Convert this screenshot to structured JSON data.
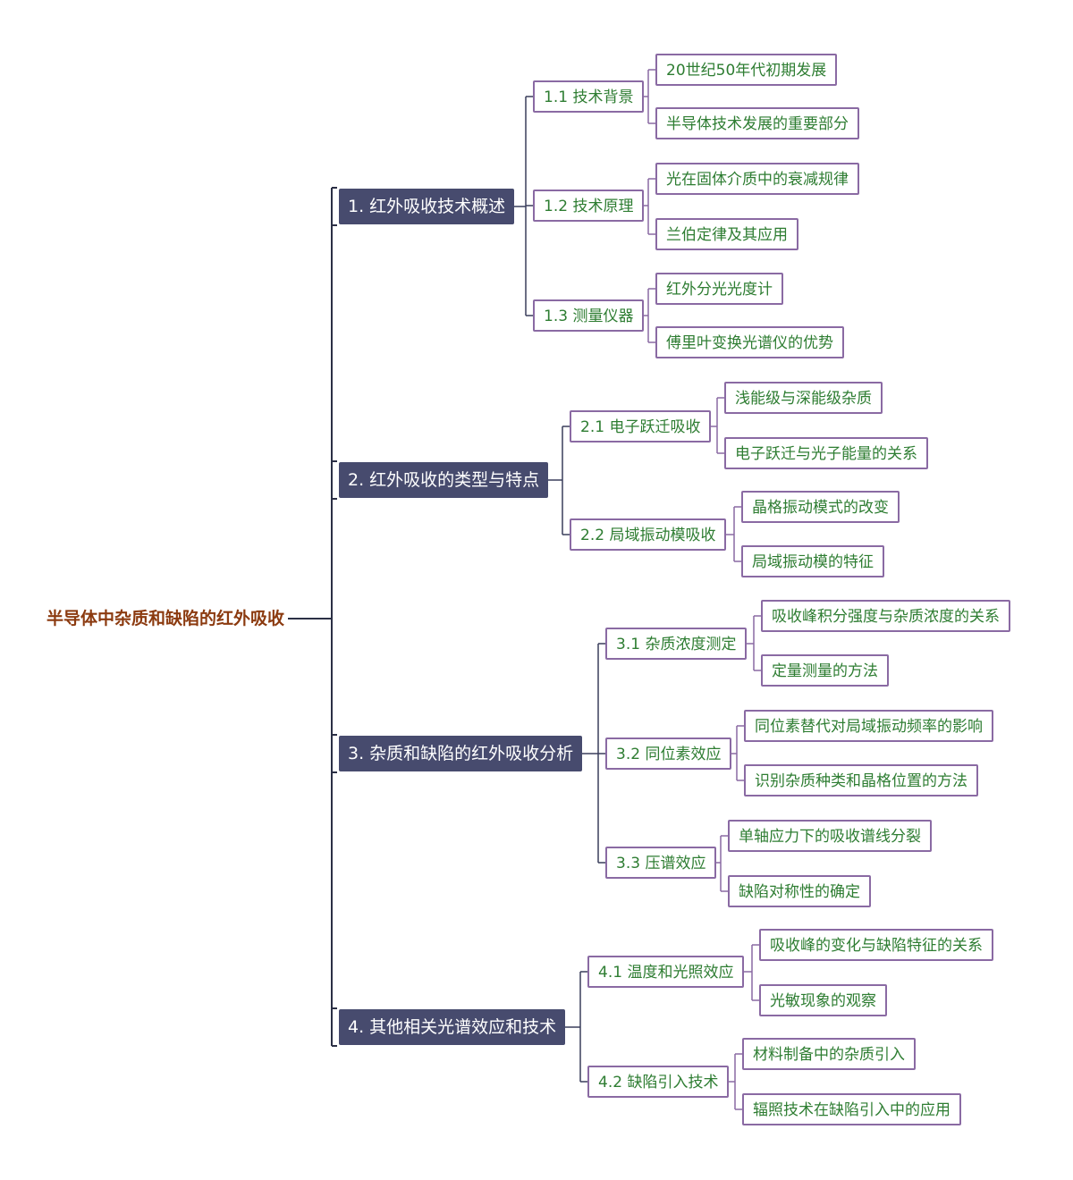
{
  "root": "半导体中杂质和缺陷的红外吸收",
  "branches": [
    {
      "label": "1. 红外吸收技术概述",
      "subs": [
        {
          "label": "1.1 技术背景",
          "leaves": [
            "20世纪50年代初期发展",
            "半导体技术发展的重要部分"
          ]
        },
        {
          "label": "1.2 技术原理",
          "leaves": [
            "光在固体介质中的衰减规律",
            "兰伯定律及其应用"
          ]
        },
        {
          "label": "1.3 测量仪器",
          "leaves": [
            "红外分光光度计",
            "傅里叶变换光谱仪的优势"
          ]
        }
      ]
    },
    {
      "label": "2. 红外吸收的类型与特点",
      "subs": [
        {
          "label": "2.1 电子跃迁吸收",
          "leaves": [
            "浅能级与深能级杂质",
            "电子跃迁与光子能量的关系"
          ]
        },
        {
          "label": "2.2 局域振动模吸收",
          "leaves": [
            "晶格振动模式的改变",
            "局域振动模的特征"
          ]
        }
      ]
    },
    {
      "label": "3. 杂质和缺陷的红外吸收分析",
      "subs": [
        {
          "label": "3.1 杂质浓度测定",
          "leaves": [
            "吸收峰积分强度与杂质浓度的关系",
            "定量测量的方法"
          ]
        },
        {
          "label": "3.2 同位素效应",
          "leaves": [
            "同位素替代对局域振动频率的影响",
            "识别杂质种类和晶格位置的方法"
          ]
        },
        {
          "label": "3.3 压谱效应",
          "leaves": [
            "单轴应力下的吸收谱线分裂",
            "缺陷对称性的确定"
          ]
        }
      ]
    },
    {
      "label": "4. 其他相关光谱效应和技术",
      "subs": [
        {
          "label": "4.1 温度和光照效应",
          "leaves": [
            "吸收峰的变化与缺陷特征的关系",
            "光敏现象的观察"
          ]
        },
        {
          "label": "4.2 缺陷引入技术",
          "leaves": [
            "材料制备中的杂质引入",
            "辐照技术在缺陷引入中的应用"
          ]
        }
      ]
    }
  ],
  "colors": {
    "root_text": "#8b3a0f",
    "main_bg": "#474b6e",
    "main_text": "#ffffff",
    "node_border": "#8a6aa3",
    "node_text": "#2e7d32",
    "line": "#2b2f45"
  }
}
